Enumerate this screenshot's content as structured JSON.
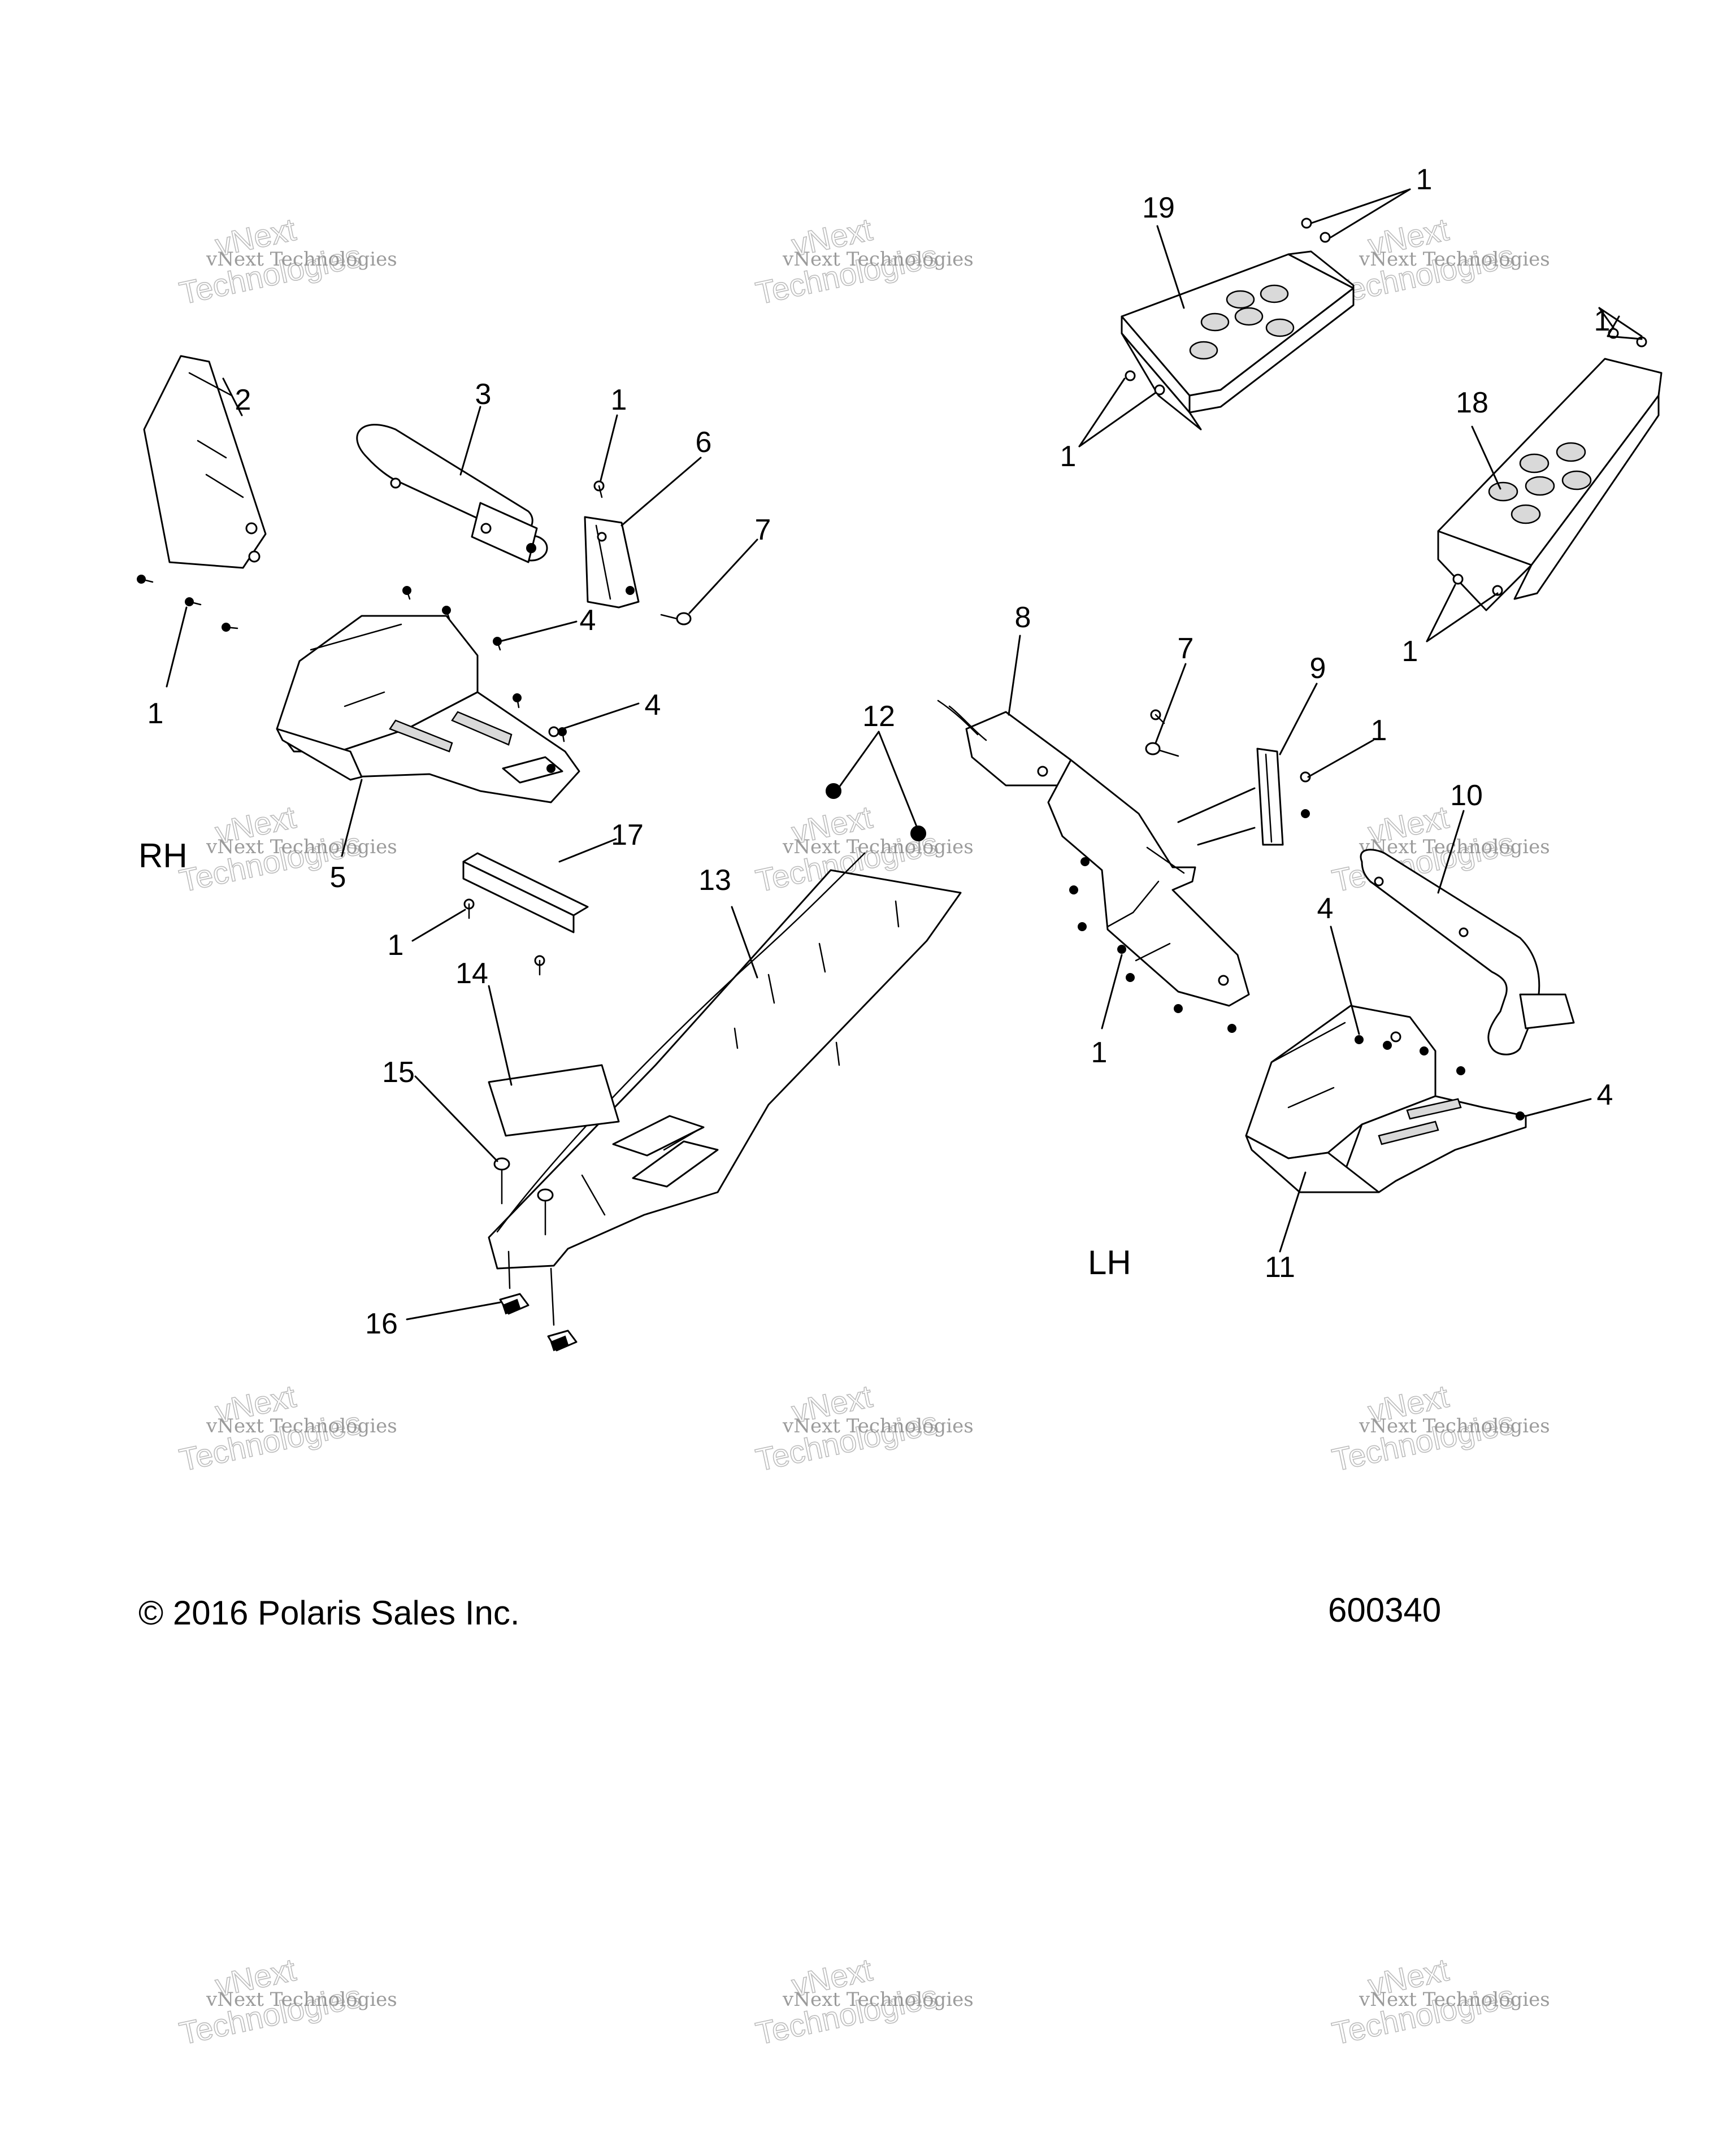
{
  "diagram": {
    "side_labels": {
      "rh": "RH",
      "lh": "LH"
    },
    "callouts": {
      "c1a": "1",
      "c1b": "1",
      "c1c": "1",
      "c1d": "1",
      "c1e": "1",
      "c1f": "1",
      "c1g": "1",
      "c1h": "1",
      "c1i": "1",
      "c2": "2",
      "c3": "3",
      "c4a": "4",
      "c4b": "4",
      "c4c": "4",
      "c4d": "4",
      "c5": "5",
      "c6": "6",
      "c7a": "7",
      "c7b": "7",
      "c8": "8",
      "c9": "9",
      "c10": "10",
      "c11": "11",
      "c12": "12",
      "c13": "13",
      "c14": "14",
      "c15": "15",
      "c16": "16",
      "c17": "17",
      "c18": "18",
      "c19": "19"
    },
    "watermark": {
      "line1": "vNext Technologies",
      "line2": "Technologies",
      "line3": "vNext"
    }
  },
  "footer": {
    "copyright": "© 2016 Polaris Sales Inc.",
    "diagram_number": "600340"
  }
}
